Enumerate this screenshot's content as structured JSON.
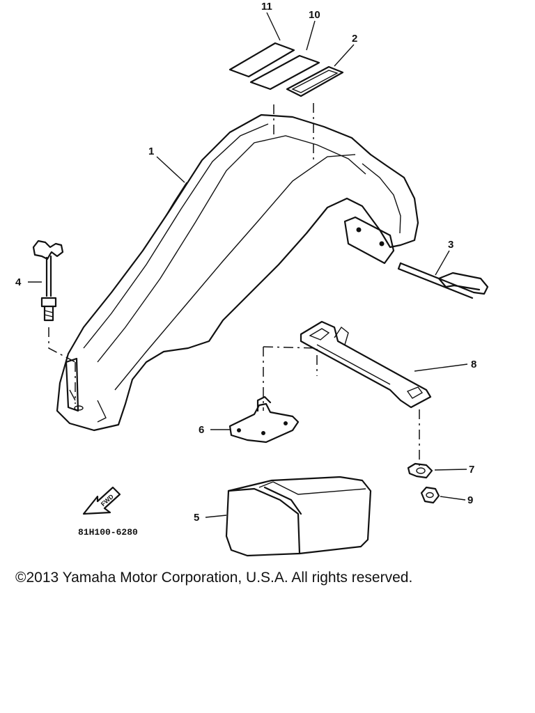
{
  "diagram": {
    "part_code": "81H100-6280",
    "arrow_text": "FWD",
    "callouts": [
      "1",
      "2",
      "3",
      "4",
      "5",
      "6",
      "7",
      "8",
      "9",
      "10",
      "11"
    ]
  },
  "footer": {
    "copyright": "©2013 Yamaha Motor Corporation, U.S.A. All rights reserved."
  }
}
